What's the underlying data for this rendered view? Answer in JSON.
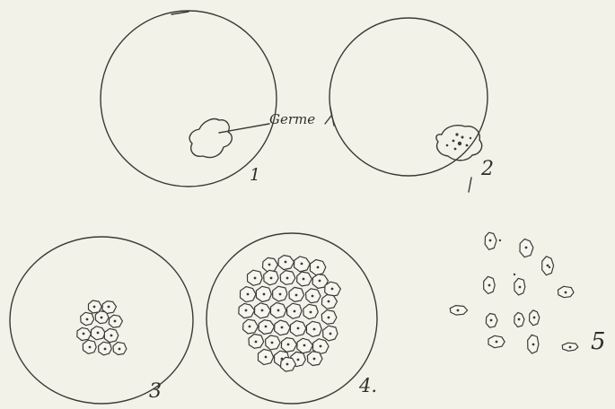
{
  "figures": [
    {
      "id": "1",
      "label": "1",
      "annotation": "Germe"
    },
    {
      "id": "2",
      "label": "2"
    },
    {
      "id": "3",
      "label": "3"
    },
    {
      "id": "4",
      "label": "4."
    },
    {
      "id": "5",
      "label": "5"
    }
  ],
  "colors": {
    "ink": "#3a3a36",
    "paper": "#f3f2e9"
  }
}
